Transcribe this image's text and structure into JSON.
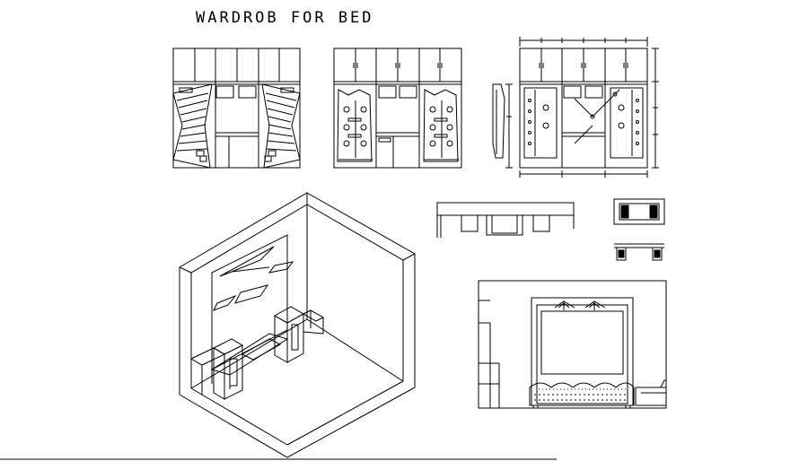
{
  "drawing": {
    "title": "WARDROB FOR BED",
    "line_color": "#000000",
    "background": "#ffffff"
  },
  "views": {
    "wardrobe_elevation_1": {
      "icon": "wardrobe-front-view-with-diagonal-hatching"
    },
    "wardrobe_elevation_2": {
      "icon": "wardrobe-front-view-with-shelves"
    },
    "wardrobe_elevation_3": {
      "icon": "dimensioned-wardrobe-elevation"
    },
    "isometric_room": {
      "icon": "isometric-bedroom-with-bed-back-panel-and-side-tables"
    },
    "bed_plan": {
      "icon": "bed-top-view"
    },
    "side_table_plan": {
      "icon": "side-table-top-view"
    },
    "side_table_elevation": {
      "icon": "side-table-elevation"
    },
    "bed_elevation": {
      "icon": "bed-back-wall-elevation-with-headboard"
    }
  }
}
